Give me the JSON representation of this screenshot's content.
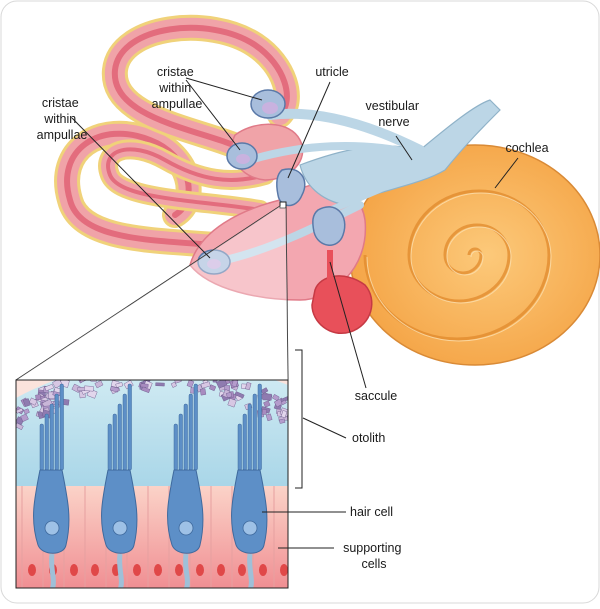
{
  "labels": {
    "cristae_left": [
      "cristae",
      "within",
      "ampullae"
    ],
    "cristae_top": [
      "cristae",
      "within",
      "ampullae"
    ],
    "utricle": "utricle",
    "vestibular_nerve": [
      "vestibular",
      "nerve"
    ],
    "cochlea": "cochlea",
    "saccule": "saccule",
    "otolith": "otolith",
    "hair_cell": "hair cell",
    "supporting_cells": [
      "supporting",
      "cells"
    ]
  },
  "colors": {
    "canal_outer": "#f0a3a8",
    "canal_inner": "#e36c7d",
    "bone": "#f7e6a8",
    "cochlea": "#f7b055",
    "cochlea_dark": "#e08a2c",
    "nerve": "#bcd6e6",
    "ampulla": "#a8bedc",
    "saccule_fill": "#e8505a",
    "otolith_fill": "#bfe1ee",
    "hair_cell": "#5d8fc7",
    "support_fill": "#f4a8a6",
    "nucleus": "#e04848"
  }
}
